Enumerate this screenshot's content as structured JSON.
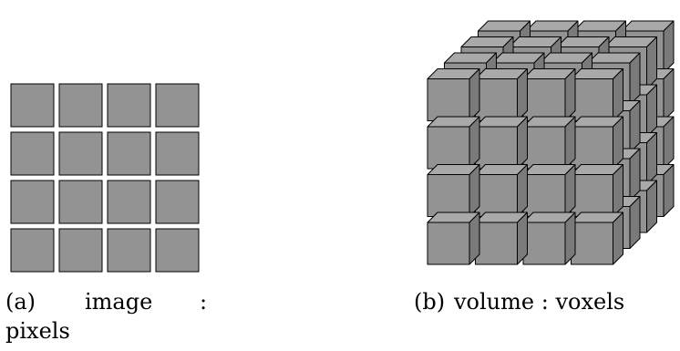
{
  "colors": {
    "front": "#939393",
    "top": "#a9a9a9",
    "side": "#7a7a7a",
    "stroke": "#000000"
  },
  "figure_a": {
    "rows": 4,
    "cols": 4,
    "caption": {
      "label": "(a)",
      "word1": "image",
      "sep": ":",
      "word2": "pixels"
    }
  },
  "figure_b": {
    "rows": 4,
    "cols": 4,
    "depth": 4,
    "caption": {
      "label": "(b)",
      "text": "volume : voxels"
    }
  }
}
